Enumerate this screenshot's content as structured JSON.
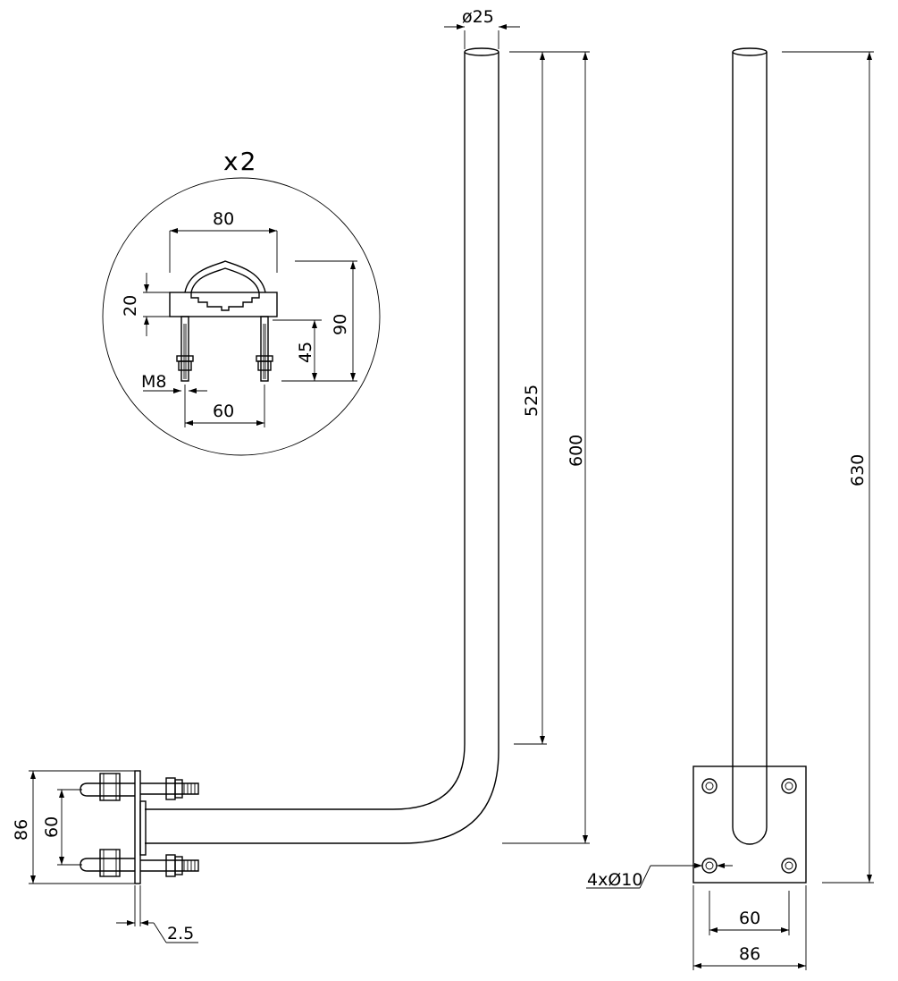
{
  "detail": {
    "quantity": "x2",
    "width": "80",
    "height": "90",
    "thickness": "20",
    "bolt_length": "45",
    "bolt_spacing": "60",
    "thread": "M8"
  },
  "side_view": {
    "tube_diameter": "ø25",
    "straight_length": "525",
    "total_height": "600",
    "plate_height": "86",
    "hole_spacing": "60",
    "plate_thickness": "2.5"
  },
  "front_view": {
    "overall_height": "630",
    "holes": "4xØ10",
    "hole_spacing": "60",
    "plate_width": "86"
  }
}
